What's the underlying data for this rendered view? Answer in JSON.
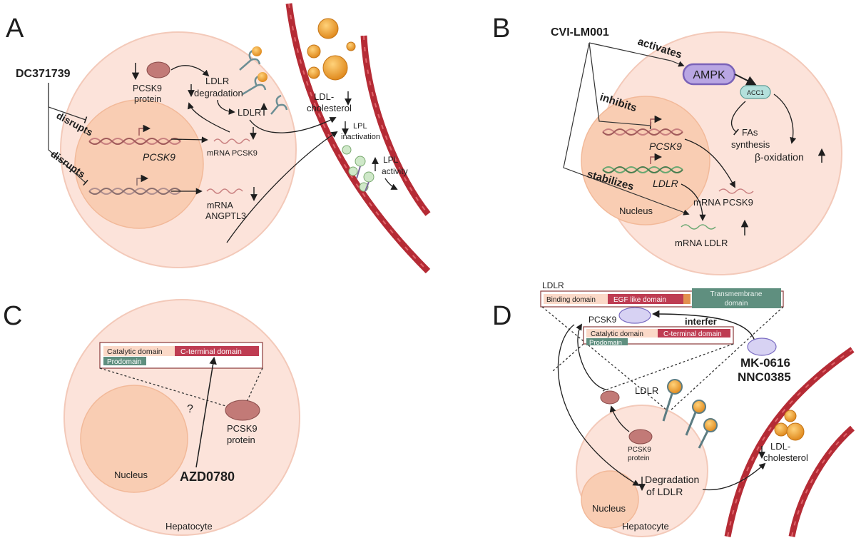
{
  "panels": {
    "A": {
      "letter": "A",
      "drug": "DC371739",
      "disrupts_top": "disrupts",
      "disrupts_bottom": "disrupts",
      "pcsk9_protein_1": "PCSK9",
      "pcsk9_protein_2": "protein",
      "ldlr_degradation_1": "LDLR",
      "ldlr_degradation_2": "degradation",
      "ldlr": "LDLR",
      "gene_pcsk9": "PCSK9",
      "mrna_pcsk9": "mRNA PCSK9",
      "mrna_angptl3_1": "mRNA",
      "mrna_angptl3_2": "ANGPTL3",
      "ldl_chol_1": "LDL-",
      "ldl_chol_2": "cholesterol",
      "lpl_inact_1": "LPL",
      "lpl_inact_2": "inactivation",
      "lpl_act_1": "LPL",
      "lpl_act_2": "activity"
    },
    "B": {
      "letter": "B",
      "drug": "CVI-LM001",
      "activates": "activates",
      "inhibits": "inhibits",
      "stabilizes": "stabilizes",
      "ampk": "AMPK",
      "acc1": "ACC1",
      "fas_1": "FAs",
      "fas_2": "synthesis",
      "beta_ox": "β-oxidation",
      "gene_pcsk9": "PCSK9",
      "gene_ldlr": "LDLR",
      "mrna_pcsk9": "mRNA PCSK9",
      "mrna_ldlr": "mRNA LDLR",
      "nucleus": "Nucleus"
    },
    "C": {
      "letter": "C",
      "catalytic": "Catalytic domain",
      "cterminal": "C-terminal domain",
      "prodomain": "Prodomain",
      "question": "?",
      "pcsk9_1": "PCSK9",
      "pcsk9_2": "protein",
      "nucleus": "Nucleus",
      "drug": "AZD0780",
      "hepatocyte": "Hepatocyte"
    },
    "D": {
      "letter": "D",
      "ldlr_title": "LDLR",
      "binding": "Binding domain",
      "egf": "EGF like domain",
      "transmembrane_1": "Transmembrane",
      "transmembrane_2": "domain",
      "pcsk9": "PCSK9",
      "interfer": "interfer",
      "catalytic": "Catalytic domain",
      "cterminal": "C-terminal domain",
      "prodomain": "Prodomain",
      "drug_1": "MK-0616",
      "drug_2": "NNC0385",
      "ldlr": "LDLR",
      "pcsk9_protein_1": "PCSK9",
      "pcsk9_protein_2": "protein",
      "degradation_1": "Degradation",
      "degradation_2": "of LDLR",
      "ldl_chol_1": "LDL-",
      "ldl_chol_2": "cholesterol",
      "nucleus": "Nucleus",
      "hepatocyte": "Hepatocyte"
    }
  },
  "colors": {
    "cell_fill": "#fce3da",
    "cell_stroke": "#f2c8b8",
    "nucleus_fill": "#f9cdb3",
    "vessel": "#b52b35",
    "protein": "#c27a77",
    "ampk": "#b9a6e3",
    "acc1": "#b4e0dc",
    "catalytic": "#fbd9c8",
    "cterminal": "#be3c52",
    "prodomain": "#5f8f7f",
    "egf": "#be3c52",
    "transmembrane": "#5f8f7f",
    "ldl": "#e89a2a"
  }
}
